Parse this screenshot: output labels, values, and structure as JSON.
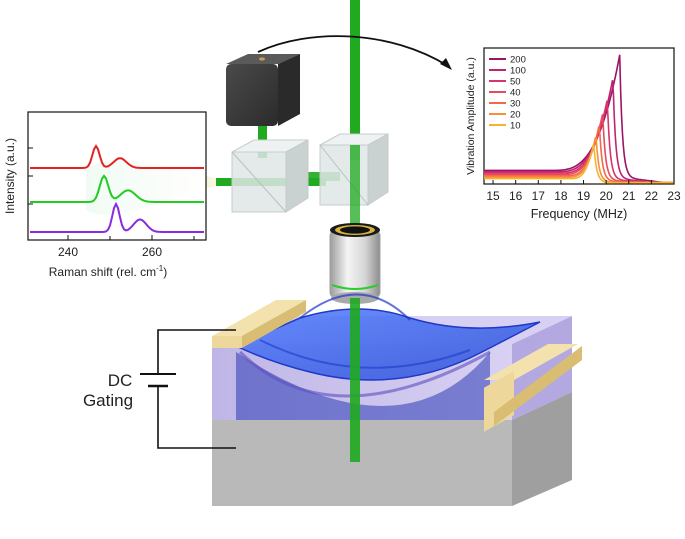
{
  "raman_panel": {
    "ylabel": "Intensity (a.u.)",
    "xlabel_main": "Raman shift (rel. cm",
    "xlabel_sup": "-1",
    "xlabel_close": ")",
    "ticks": [
      "240",
      "260"
    ]
  },
  "dc_label": {
    "line1": "DC",
    "line2": "Gating"
  },
  "colors": {
    "laser": "#1faa1f",
    "bias_source": "#3a3a3a",
    "cube": "#dfe6e6",
    "objective": "#d8d8d8",
    "substrate": "#bcbcbc",
    "oxide": "#cbc3ea",
    "electrode": "#eed79a",
    "membrane": "#3d62e8",
    "raman_red": "#e52222",
    "raman_green": "#22cc22",
    "raman_purple": "#8a2be2"
  },
  "chart_data": {
    "type": "line",
    "title": "",
    "xlabel": "Frequency (MHz)",
    "ylabel": "Vibration Amplitude (a.u.)",
    "xlim": [
      14.6,
      23
    ],
    "ylim": [
      0,
      1
    ],
    "x_ticks": [
      "15",
      "16",
      "17",
      "18",
      "19",
      "20",
      "21",
      "22",
      "23"
    ],
    "legend_position": "top-left",
    "series": [
      {
        "name": "200",
        "color": "#9b1466",
        "f0": 20.6,
        "width": 1.9,
        "peak": 0.95,
        "baseline": 0.1
      },
      {
        "name": "100",
        "color": "#c0246f",
        "f0": 20.3,
        "width": 1.6,
        "peak": 0.78,
        "baseline": 0.09
      },
      {
        "name": "50",
        "color": "#d8346b",
        "f0": 20.05,
        "width": 1.35,
        "peak": 0.62,
        "baseline": 0.08
      },
      {
        "name": "40",
        "color": "#e84a5e",
        "f0": 19.85,
        "width": 1.15,
        "peak": 0.52,
        "baseline": 0.07
      },
      {
        "name": "30",
        "color": "#f06a48",
        "f0": 19.7,
        "width": 0.95,
        "peak": 0.44,
        "baseline": 0.06
      },
      {
        "name": "20",
        "color": "#f59138",
        "f0": 19.55,
        "width": 0.8,
        "peak": 0.36,
        "baseline": 0.05
      },
      {
        "name": "10",
        "color": "#f8b232",
        "f0": 19.45,
        "width": 0.65,
        "peak": 0.3,
        "baseline": 0.04
      }
    ]
  }
}
